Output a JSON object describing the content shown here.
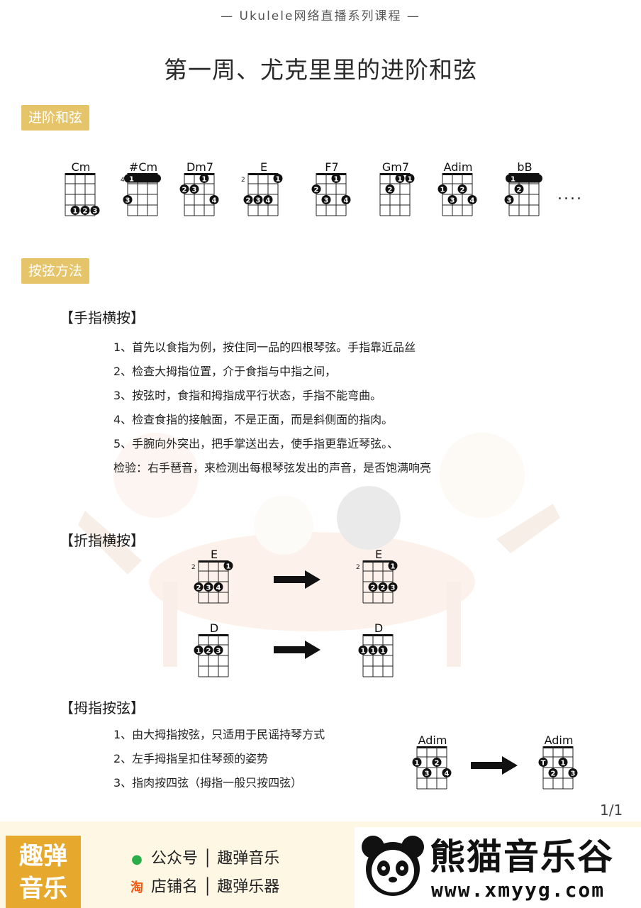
{
  "header": {
    "course": "— Ukulele网络直播系列课程 —",
    "title": "第一周、尤克里里的进阶和弦"
  },
  "sections": {
    "advanced_chords": "进阶和弦",
    "pressing_methods": "按弦方法"
  },
  "chords": [
    {
      "name": "Cm",
      "fret": "",
      "barre": false,
      "dots": [
        [
          4,
          1,
          "1"
        ],
        [
          4,
          2,
          "2"
        ],
        [
          4,
          3,
          "3"
        ]
      ]
    },
    {
      "name": "#Cm",
      "fret": "4",
      "barre": true,
      "barreLabel": "1",
      "dots": [
        [
          3,
          0,
          "3"
        ]
      ]
    },
    {
      "name": "Dm7",
      "fret": "",
      "barre": false,
      "dots": [
        [
          1,
          2,
          "1"
        ],
        [
          2,
          0,
          "2"
        ],
        [
          2,
          1,
          "3"
        ],
        [
          3,
          3,
          "4"
        ]
      ]
    },
    {
      "name": "E",
      "fret": "2",
      "barre": false,
      "dots": [
        [
          1,
          3,
          "1"
        ],
        [
          3,
          0,
          "2"
        ],
        [
          3,
          1,
          "3"
        ],
        [
          3,
          2,
          "4"
        ]
      ]
    },
    {
      "name": "F7",
      "fret": "",
      "barre": false,
      "dots": [
        [
          1,
          2,
          "1"
        ],
        [
          2,
          0,
          "2"
        ],
        [
          3,
          1,
          "3"
        ],
        [
          3,
          3,
          "4"
        ]
      ]
    },
    {
      "name": "Gm7",
      "fret": "",
      "barre": false,
      "dots": [
        [
          1,
          2,
          "1"
        ],
        [
          1,
          3,
          "1"
        ],
        [
          2,
          1,
          "2"
        ]
      ]
    },
    {
      "name": "Adim",
      "fret": "",
      "barre": false,
      "dots": [
        [
          2,
          0,
          "1"
        ],
        [
          2,
          2,
          "2"
        ],
        [
          3,
          1,
          "3"
        ],
        [
          3,
          3,
          "4"
        ]
      ]
    },
    {
      "name": "bB",
      "fret": "",
      "barre": true,
      "barreLabel": "1",
      "dots": [
        [
          2,
          1,
          "2"
        ],
        [
          3,
          0,
          "3"
        ]
      ]
    }
  ],
  "more": "....",
  "finger_barre": {
    "heading": "【手指横按】",
    "steps": [
      "1、首先以食指为例，按住同一品的四根琴弦。手指靠近品丝",
      "2、检查大拇指位置，介于食指与中指之间，",
      "3、按弦时，食指和拇指成平行状态，手指不能弯曲。",
      "4、检查食指的接触面，不是正面，而是斜侧面的指肉。",
      "5、手腕向外突出，把手掌送出去，使手指更靠近琴弦。、",
      "检验：右手琶音，来检测出每根琴弦发出的声音，是否饱满响亮"
    ]
  },
  "folded_barre": {
    "heading": "【折指横按】",
    "chords": [
      {
        "name": "E",
        "fret": "2",
        "barre": false,
        "dots": [
          [
            1,
            3,
            "1"
          ],
          [
            3,
            0,
            "2"
          ],
          [
            3,
            1,
            "3"
          ],
          [
            3,
            2,
            "4"
          ]
        ]
      },
      {
        "name": "E",
        "fret": "2",
        "barre": false,
        "dots": [
          [
            1,
            3,
            "1"
          ],
          [
            3,
            1,
            "2"
          ],
          [
            3,
            2,
            "2"
          ],
          [
            3,
            3,
            "3"
          ]
        ]
      },
      {
        "name": "D",
        "fret": "",
        "barre": false,
        "dots": [
          [
            2,
            0,
            "1"
          ],
          [
            2,
            1,
            "2"
          ],
          [
            2,
            2,
            "3"
          ]
        ]
      },
      {
        "name": "D",
        "fret": "",
        "barre": false,
        "dots": [
          [
            2,
            0,
            "1"
          ],
          [
            2,
            1,
            "1"
          ],
          [
            2,
            2,
            "1"
          ]
        ]
      }
    ]
  },
  "thumb_press": {
    "heading": "【拇指按弦】",
    "steps": [
      "1、由大拇指按弦，只适用于民谣持琴方式",
      "2、左手拇指呈扣住琴颈的姿势",
      "3、指肉按四弦（拇指一般只按四弦）"
    ],
    "chords": [
      {
        "name": "Adim",
        "fret": "",
        "barre": false,
        "dots": [
          [
            2,
            0,
            "1"
          ],
          [
            2,
            2,
            "2"
          ],
          [
            3,
            1,
            "3"
          ],
          [
            3,
            3,
            "4"
          ]
        ]
      },
      {
        "name": "Adim",
        "fret": "",
        "barre": false,
        "dots": [
          [
            2,
            0,
            "T"
          ],
          [
            2,
            2,
            "1"
          ],
          [
            3,
            1,
            "2"
          ],
          [
            3,
            3,
            "3"
          ]
        ]
      }
    ]
  },
  "page_number": "1/1",
  "footer": {
    "brand_line1": "趣弹",
    "brand_line2": "音乐",
    "wechat_icon": "wechat-icon",
    "wechat": "公众号 │ 趣弹音乐",
    "taobao_icon": "taobao-icon",
    "taobao_glyph": "淘",
    "shop": "店铺名 │ 趣弹乐器",
    "site_name": "熊猫音乐谷",
    "site_url": "www.xmyyg.com"
  }
}
